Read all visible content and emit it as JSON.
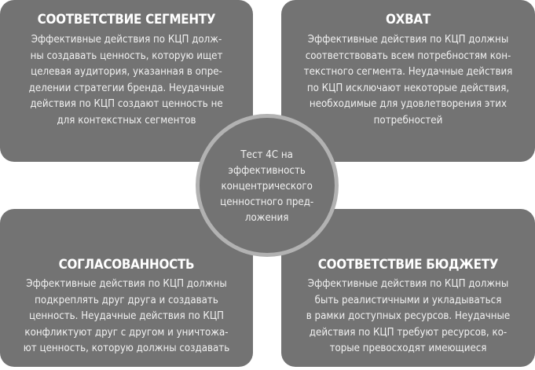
{
  "diagram": {
    "center": {
      "text": "Тест 4С на\nэффективность\nконцентрического\nценностного пред-\nложения"
    },
    "quadrants": [
      {
        "position": "top-left",
        "title": "СООТВЕТСТВИЕ СЕГМЕНТУ",
        "text": "Эффективные действия по КЦП долж-\nны создавать ценность, которую ищет\nцелевая аудитория, указанная в опре-\nделении стратегии бренда. Неудачные\nдействия по КЦП создают ценность не\nдля контекстных сегментов"
      },
      {
        "position": "top-right",
        "title": "ОХВАТ",
        "text": "Эффективные действия по КЦП должны\nсоответствовать всем потребностям кон-\nтекстного сегмента. Неудачные действия\nпо КЦП исключают некоторые действия,\nнеобходимые для удовлетворения этих\nпотребностей"
      },
      {
        "position": "bottom-left",
        "title": "СОГЛАСОВАННОСТЬ",
        "text": "Эффективные действия по КЦП должны\nподкреплять друг друга и создавать\nценность. Неудачные действия по КЦП\nконфликтуют друг с другом и уничтожа-\nют ценность, которую должны создавать"
      },
      {
        "position": "bottom-right",
        "title": "СООТВЕТСТВИЕ БЮДЖЕТУ",
        "text": "Эффективные действия по КЦП должны\nбыть реалистичными и укладываться\nв рамки доступных ресурсов. Неудачные\nдействия по КЦП требуют ресурсов, ко-\nторые превосходят имеющиеся"
      }
    ],
    "colors": {
      "box_fill": "#737373",
      "ring": "#b2b2b2",
      "text": "#ffffff",
      "background": "#ffffff"
    }
  }
}
